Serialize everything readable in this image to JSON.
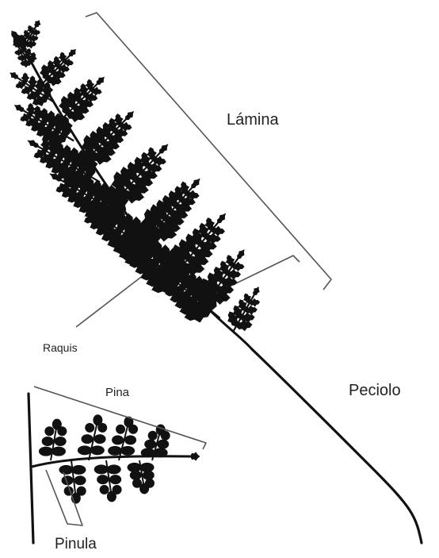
{
  "labels": {
    "lamina": "Lámina",
    "raquis": "Raquis",
    "pina": "Pina",
    "peciolo": "Peciolo",
    "pinula": "Pinula"
  },
  "colors": {
    "background": "#ffffff",
    "frond": "#111111",
    "bracket": "#555555",
    "text": "#222222"
  }
}
